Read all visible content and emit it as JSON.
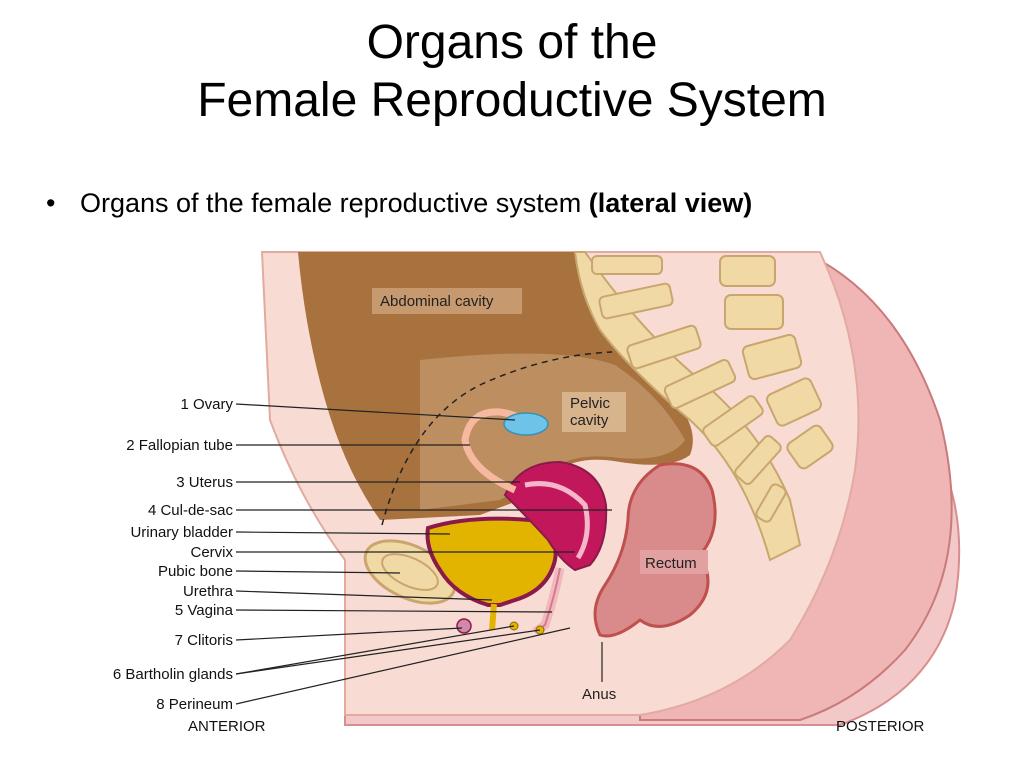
{
  "slide": {
    "title_line1": "Organs of the",
    "title_line2": "Female Reproductive System",
    "bullet_text": "Organs of the female reproductive system ",
    "bullet_bold": "(lateral view)"
  },
  "diagram": {
    "labels": [
      "1 Ovary",
      "2 Fallopian tube",
      "3 Uterus",
      "4 Cul-de-sac",
      "Urinary bladder",
      "Cervix",
      "Pubic bone",
      "Urethra",
      "5 Vagina",
      "7 Clitoris",
      "6 Bartholin glands",
      "8 Perineum"
    ],
    "regions": {
      "abdominal_cavity": "Abdominal cavity",
      "pelvic_line1": "Pelvic",
      "pelvic_line2": "cavity",
      "rectum": "Rectum",
      "anus": "Anus",
      "anterior": "ANTERIOR",
      "posterior": "POSTERIOR"
    }
  }
}
